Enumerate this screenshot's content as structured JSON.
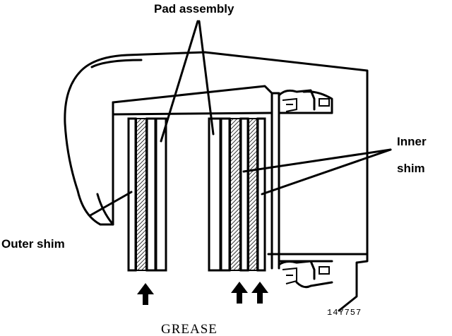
{
  "labels": {
    "pad_assembly": "Pad assembly",
    "inner_shim_line1": "Inner",
    "inner_shim_line2": "shim",
    "outer_shim": "Outer shim",
    "grease": "GREASE",
    "figure_code": "14Y757"
  },
  "colors": {
    "ink": "#000000",
    "paper": "#ffffff"
  },
  "icons": {
    "grease_arrow": "up-arrow-icon"
  }
}
